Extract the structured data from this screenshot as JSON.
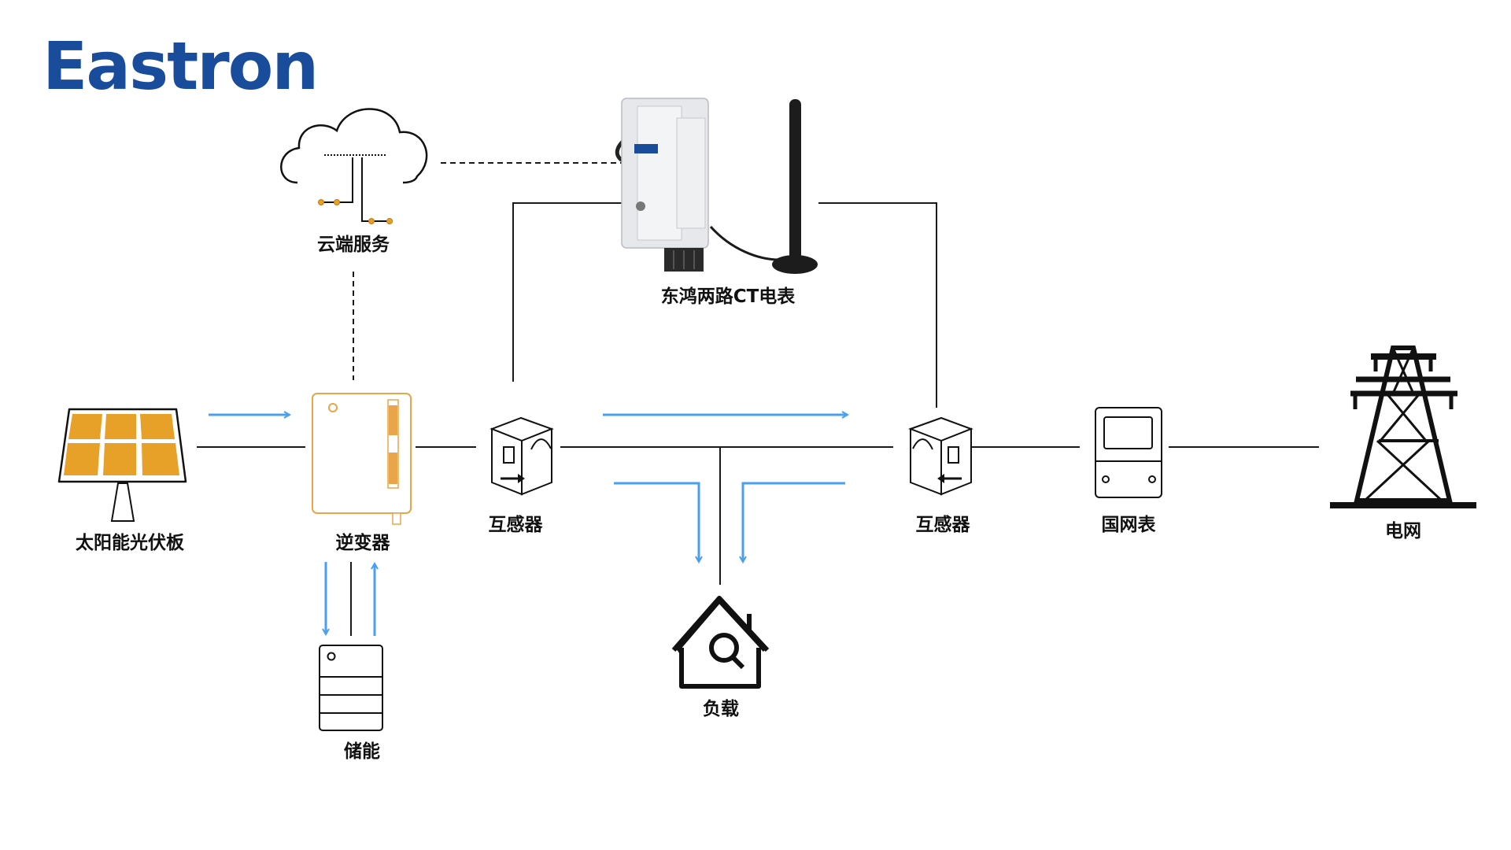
{
  "brand": {
    "logo_text": "Eastron",
    "color": "#1a4c9c"
  },
  "colors": {
    "flow_arrow": "#4a9ff0",
    "solar_cell": "#e8a128",
    "inverter_outline": "#e8a54a",
    "line": "#1a1a1a"
  },
  "labels": {
    "cloud": "云端服务",
    "meter": "东鸿两路CT电表",
    "solar": "太阳能光伏板",
    "inverter": "逆变器",
    "ct_left": "互感器",
    "ct_right": "互感器",
    "grid_meter": "国网表",
    "grid": "电网",
    "load": "负载",
    "storage": "储能"
  },
  "icons": {
    "cloud": "cloud-service-icon",
    "meter": "two-ct-meter-icon",
    "antenna": "antenna-icon",
    "solar": "solar-panel-icon",
    "inverter": "inverter-icon",
    "ct": "current-transformer-icon",
    "grid_meter": "utility-meter-icon",
    "grid": "transmission-tower-icon",
    "load": "house-search-icon",
    "storage": "battery-storage-icon"
  }
}
